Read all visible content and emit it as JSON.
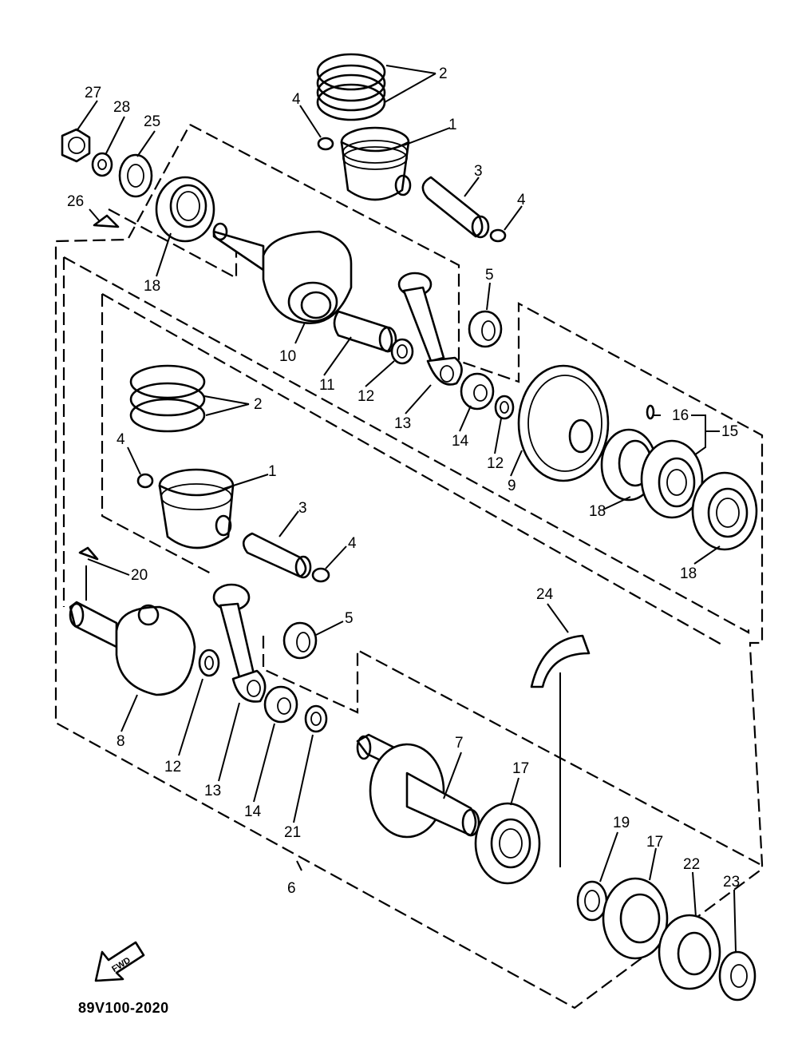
{
  "diagram": {
    "drawing_code": "89V100-2020",
    "fwd_label": "FWD",
    "callouts": [
      {
        "id": "c27a",
        "text": "27"
      },
      {
        "id": "c28a",
        "text": "28"
      },
      {
        "id": "c25a",
        "text": "25"
      },
      {
        "id": "c26a",
        "text": "26"
      },
      {
        "id": "c18a",
        "text": "18"
      },
      {
        "id": "c2a",
        "text": "2"
      },
      {
        "id": "c4a",
        "text": "4"
      },
      {
        "id": "c1a",
        "text": "1"
      },
      {
        "id": "c3a",
        "text": "3"
      },
      {
        "id": "c4b",
        "text": "4"
      },
      {
        "id": "c5a",
        "text": "5"
      },
      {
        "id": "c10a",
        "text": "10"
      },
      {
        "id": "c11a",
        "text": "11"
      },
      {
        "id": "c12a",
        "text": "12"
      },
      {
        "id": "c13a",
        "text": "13"
      },
      {
        "id": "c14a",
        "text": "14"
      },
      {
        "id": "c12b",
        "text": "12"
      },
      {
        "id": "c9a",
        "text": "9"
      },
      {
        "id": "c16a",
        "text": "16"
      },
      {
        "id": "c15a",
        "text": "15"
      },
      {
        "id": "c18b",
        "text": "18"
      },
      {
        "id": "c18c",
        "text": "18"
      },
      {
        "id": "c2b",
        "text": "2"
      },
      {
        "id": "c4c",
        "text": "4"
      },
      {
        "id": "c1b",
        "text": "1"
      },
      {
        "id": "c3b",
        "text": "3"
      },
      {
        "id": "c4d",
        "text": "4"
      },
      {
        "id": "c20a",
        "text": "20"
      },
      {
        "id": "c5b",
        "text": "5"
      },
      {
        "id": "c24a",
        "text": "24"
      },
      {
        "id": "c8a",
        "text": "8"
      },
      {
        "id": "c12c",
        "text": "12"
      },
      {
        "id": "c13b",
        "text": "13"
      },
      {
        "id": "c14b",
        "text": "14"
      },
      {
        "id": "c21a",
        "text": "21"
      },
      {
        "id": "c7a",
        "text": "7"
      },
      {
        "id": "c17a",
        "text": "17"
      },
      {
        "id": "c6a",
        "text": "6"
      },
      {
        "id": "c19a",
        "text": "19"
      },
      {
        "id": "c17b",
        "text": "17"
      },
      {
        "id": "c22a",
        "text": "22"
      },
      {
        "id": "c23a",
        "text": "23"
      }
    ]
  }
}
